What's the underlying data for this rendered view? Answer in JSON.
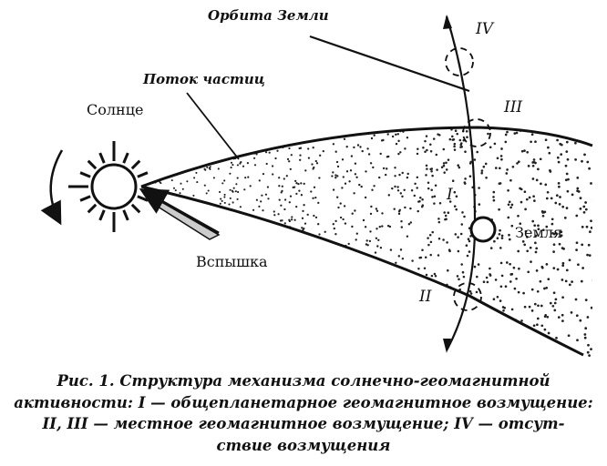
{
  "labels": {
    "orbit": "Орбита Земли",
    "stream": "Поток частиц",
    "sun": "Солнце",
    "earth": "Земля",
    "flare": "Вспышка",
    "pos_I": "I",
    "pos_II": "II",
    "pos_III": "III",
    "pos_IV": "IV"
  },
  "caption": [
    "Рис. 1. Структура механизма солнечно-геомагнитной",
    "активности: I — общепланетарное геомагнитное возмущение:",
    "II, III — местное геомагнитное возмущение; IV — отсут-",
    "ствие возмущения"
  ]
}
